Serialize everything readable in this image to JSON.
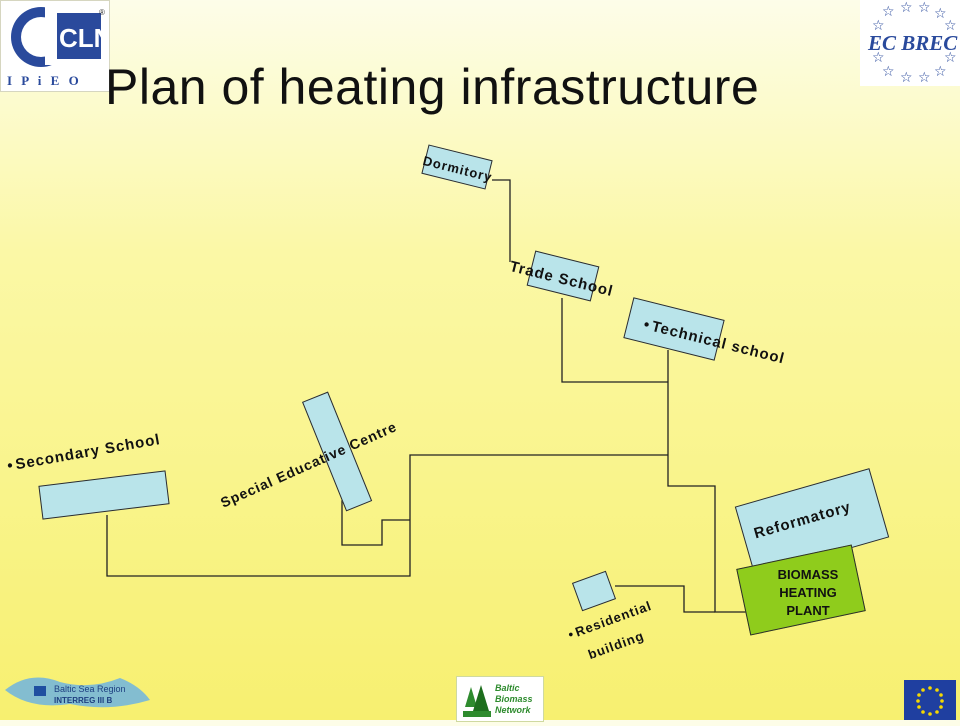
{
  "title": "Plan of heating infrastructure",
  "logo_left": {
    "mark": "CLN",
    "sub": "I P i E O",
    "registered": "®"
  },
  "logo_right": {
    "text": "EC BREC"
  },
  "buildings": {
    "dormitory": "Dormitory",
    "trade_school": "Trade School",
    "technical_school": "Technical school",
    "secondary_school": "Secondary School",
    "special_centre": "Special Educative Centre",
    "reformatory": "Reformatory",
    "residential_line1": "Residential",
    "residential_line2": "building",
    "plant_line1": "BIOMASS",
    "plant_line2": "HEATING",
    "plant_line3": "PLANT"
  },
  "bullet": "•",
  "footer": {
    "baltic_line1": "Baltic Sea Region",
    "baltic_line2": "INTERREG III B",
    "bbn_line1": "Baltic",
    "bbn_line2": "Biomass",
    "bbn_line3": "Network"
  },
  "colors": {
    "building_fill": "#b9e4ea",
    "plant_fill": "#8fcc1c",
    "pipe": "#222222",
    "eu_blue": "#1f3fa0",
    "eu_star": "#f5d800"
  }
}
